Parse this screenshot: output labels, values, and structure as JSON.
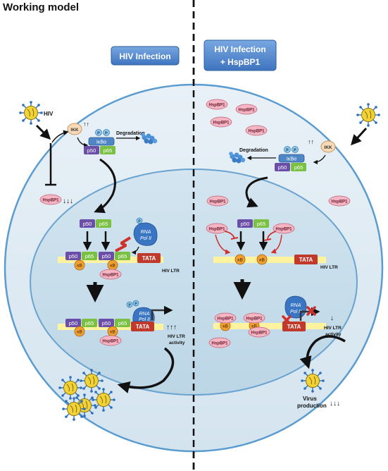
{
  "title": "Working model",
  "left": {
    "header": "HIV Infection",
    "hiv_label": "HIV",
    "ikk": "IKK",
    "up_arrows_2": "↑↑",
    "p": "P",
    "ikba": "IκBα",
    "p50": "p50",
    "p65": "p65",
    "degradation": "Degradation",
    "hspbp1": "HspBP1",
    "down_arrows_3": "↓↓↓",
    "rna": "RNA",
    "pol2": "Pol II",
    "kb": "κB",
    "tata": "TATA",
    "hiv_ltr": "HIV LTR",
    "up_arrows_3": "↑↑↑",
    "ltr_activity_1": "HIV LTR",
    "ltr_activity_2": "activity"
  },
  "right": {
    "header_1": "HIV Infection",
    "header_2": "+ HspBP1",
    "hspbp1": "HspBP1",
    "ikk": "IKK",
    "up_arrows_2": "↑↑",
    "p": "P",
    "ikba": "IκBα",
    "p50": "p50",
    "p65": "p65",
    "degradation": "Degradation",
    "kb": "κB",
    "tata": "TATA",
    "hiv_ltr": "HIV LTR",
    "rna": "RNA",
    "pol2": "Pol II",
    "down_arrow_1": "↓",
    "ltr_activity_1": "HIV LTR",
    "ltr_activity_2": "activity",
    "virus_1": "Virus",
    "virus_2": "production",
    "down_arrows_3": "↓↓↓"
  },
  "colors": {
    "header_bg": "#5b8fd4",
    "cell_fill": "#dde9f2",
    "nucleus_fill": "#c7dce9",
    "p50": "#6b4ea8",
    "p65": "#7ac143",
    "ikba": "#4f86c6",
    "hspbp1": "#f4b6c2",
    "kb": "#f0a030",
    "tata": "#c0392b",
    "pol2": "#3a75c4",
    "ikk": "#f8d9b8",
    "phospho": "#8fc8e8",
    "dna": "#fff3a0",
    "inhibit": "#d0312d"
  }
}
